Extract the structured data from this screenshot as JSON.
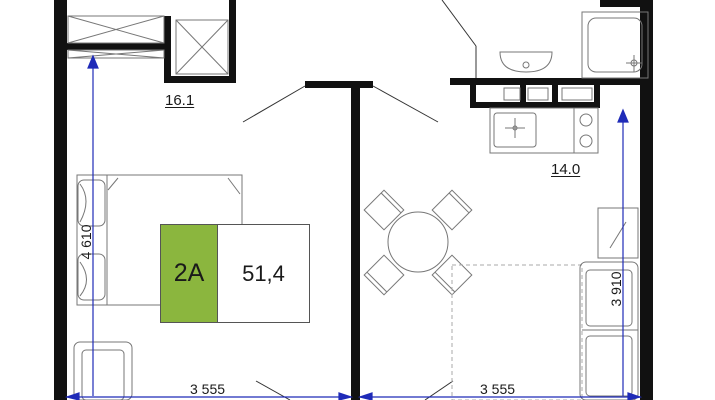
{
  "rooms": {
    "bedroom_area": "16.1",
    "kitchen_area": "14.0"
  },
  "dimensions": {
    "bedroom_height": "4 610",
    "kitchen_height": "3 910",
    "bedroom_width": "3 555",
    "living_width": "3 555"
  },
  "unit_badge": {
    "type": "2А",
    "area": "51,4",
    "type_color": "#8bb63e"
  },
  "colors": {
    "wall": "#111111",
    "dimension_line": "#1f2bb8",
    "furniture": "#7a7a7a"
  }
}
